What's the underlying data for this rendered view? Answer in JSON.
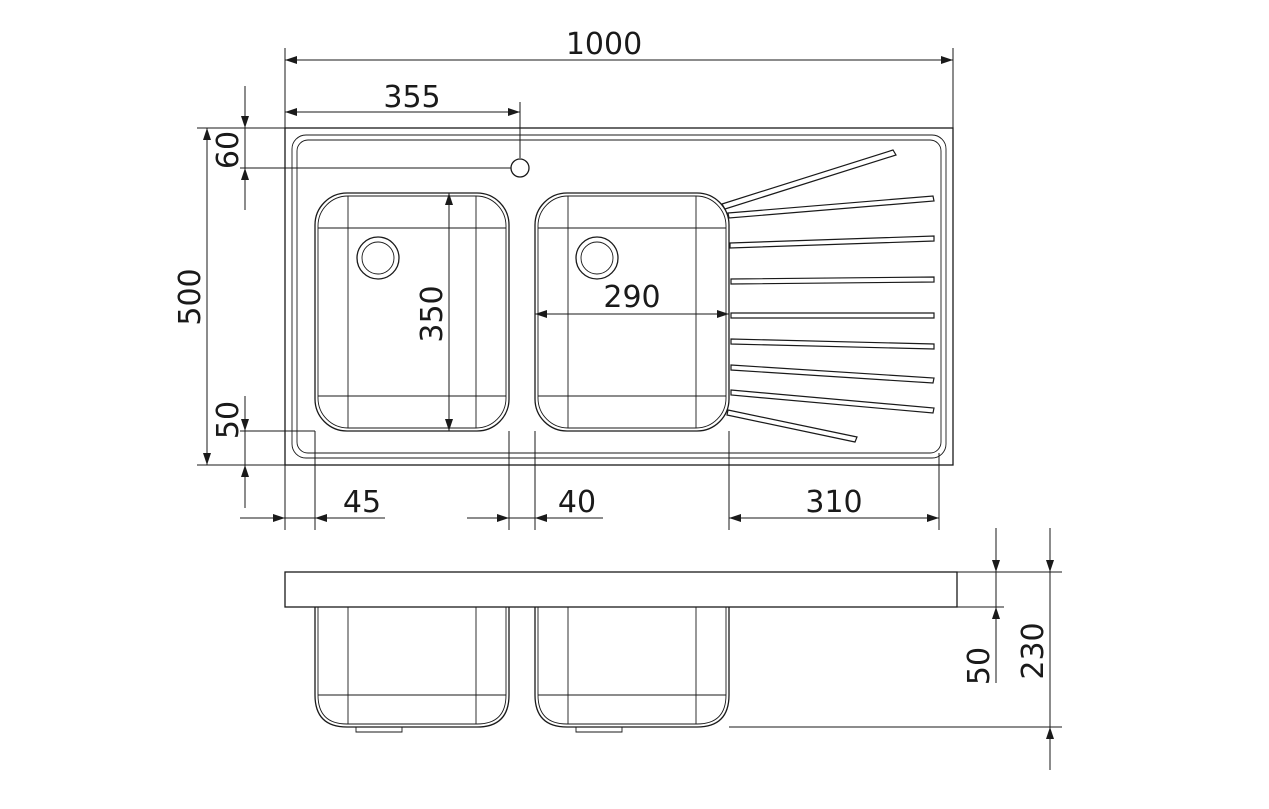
{
  "dimensions": {
    "overall_length": "1000",
    "tap_hole_offset": "355",
    "tap_hole_edge": "60",
    "overall_width": "500",
    "front_edge": "50",
    "bowl_depth_length": "350",
    "bowl_width": "290",
    "edge_left": "45",
    "bowl_gap": "40",
    "drainer_length": "310",
    "deck_thickness": "50",
    "total_height": "230"
  }
}
